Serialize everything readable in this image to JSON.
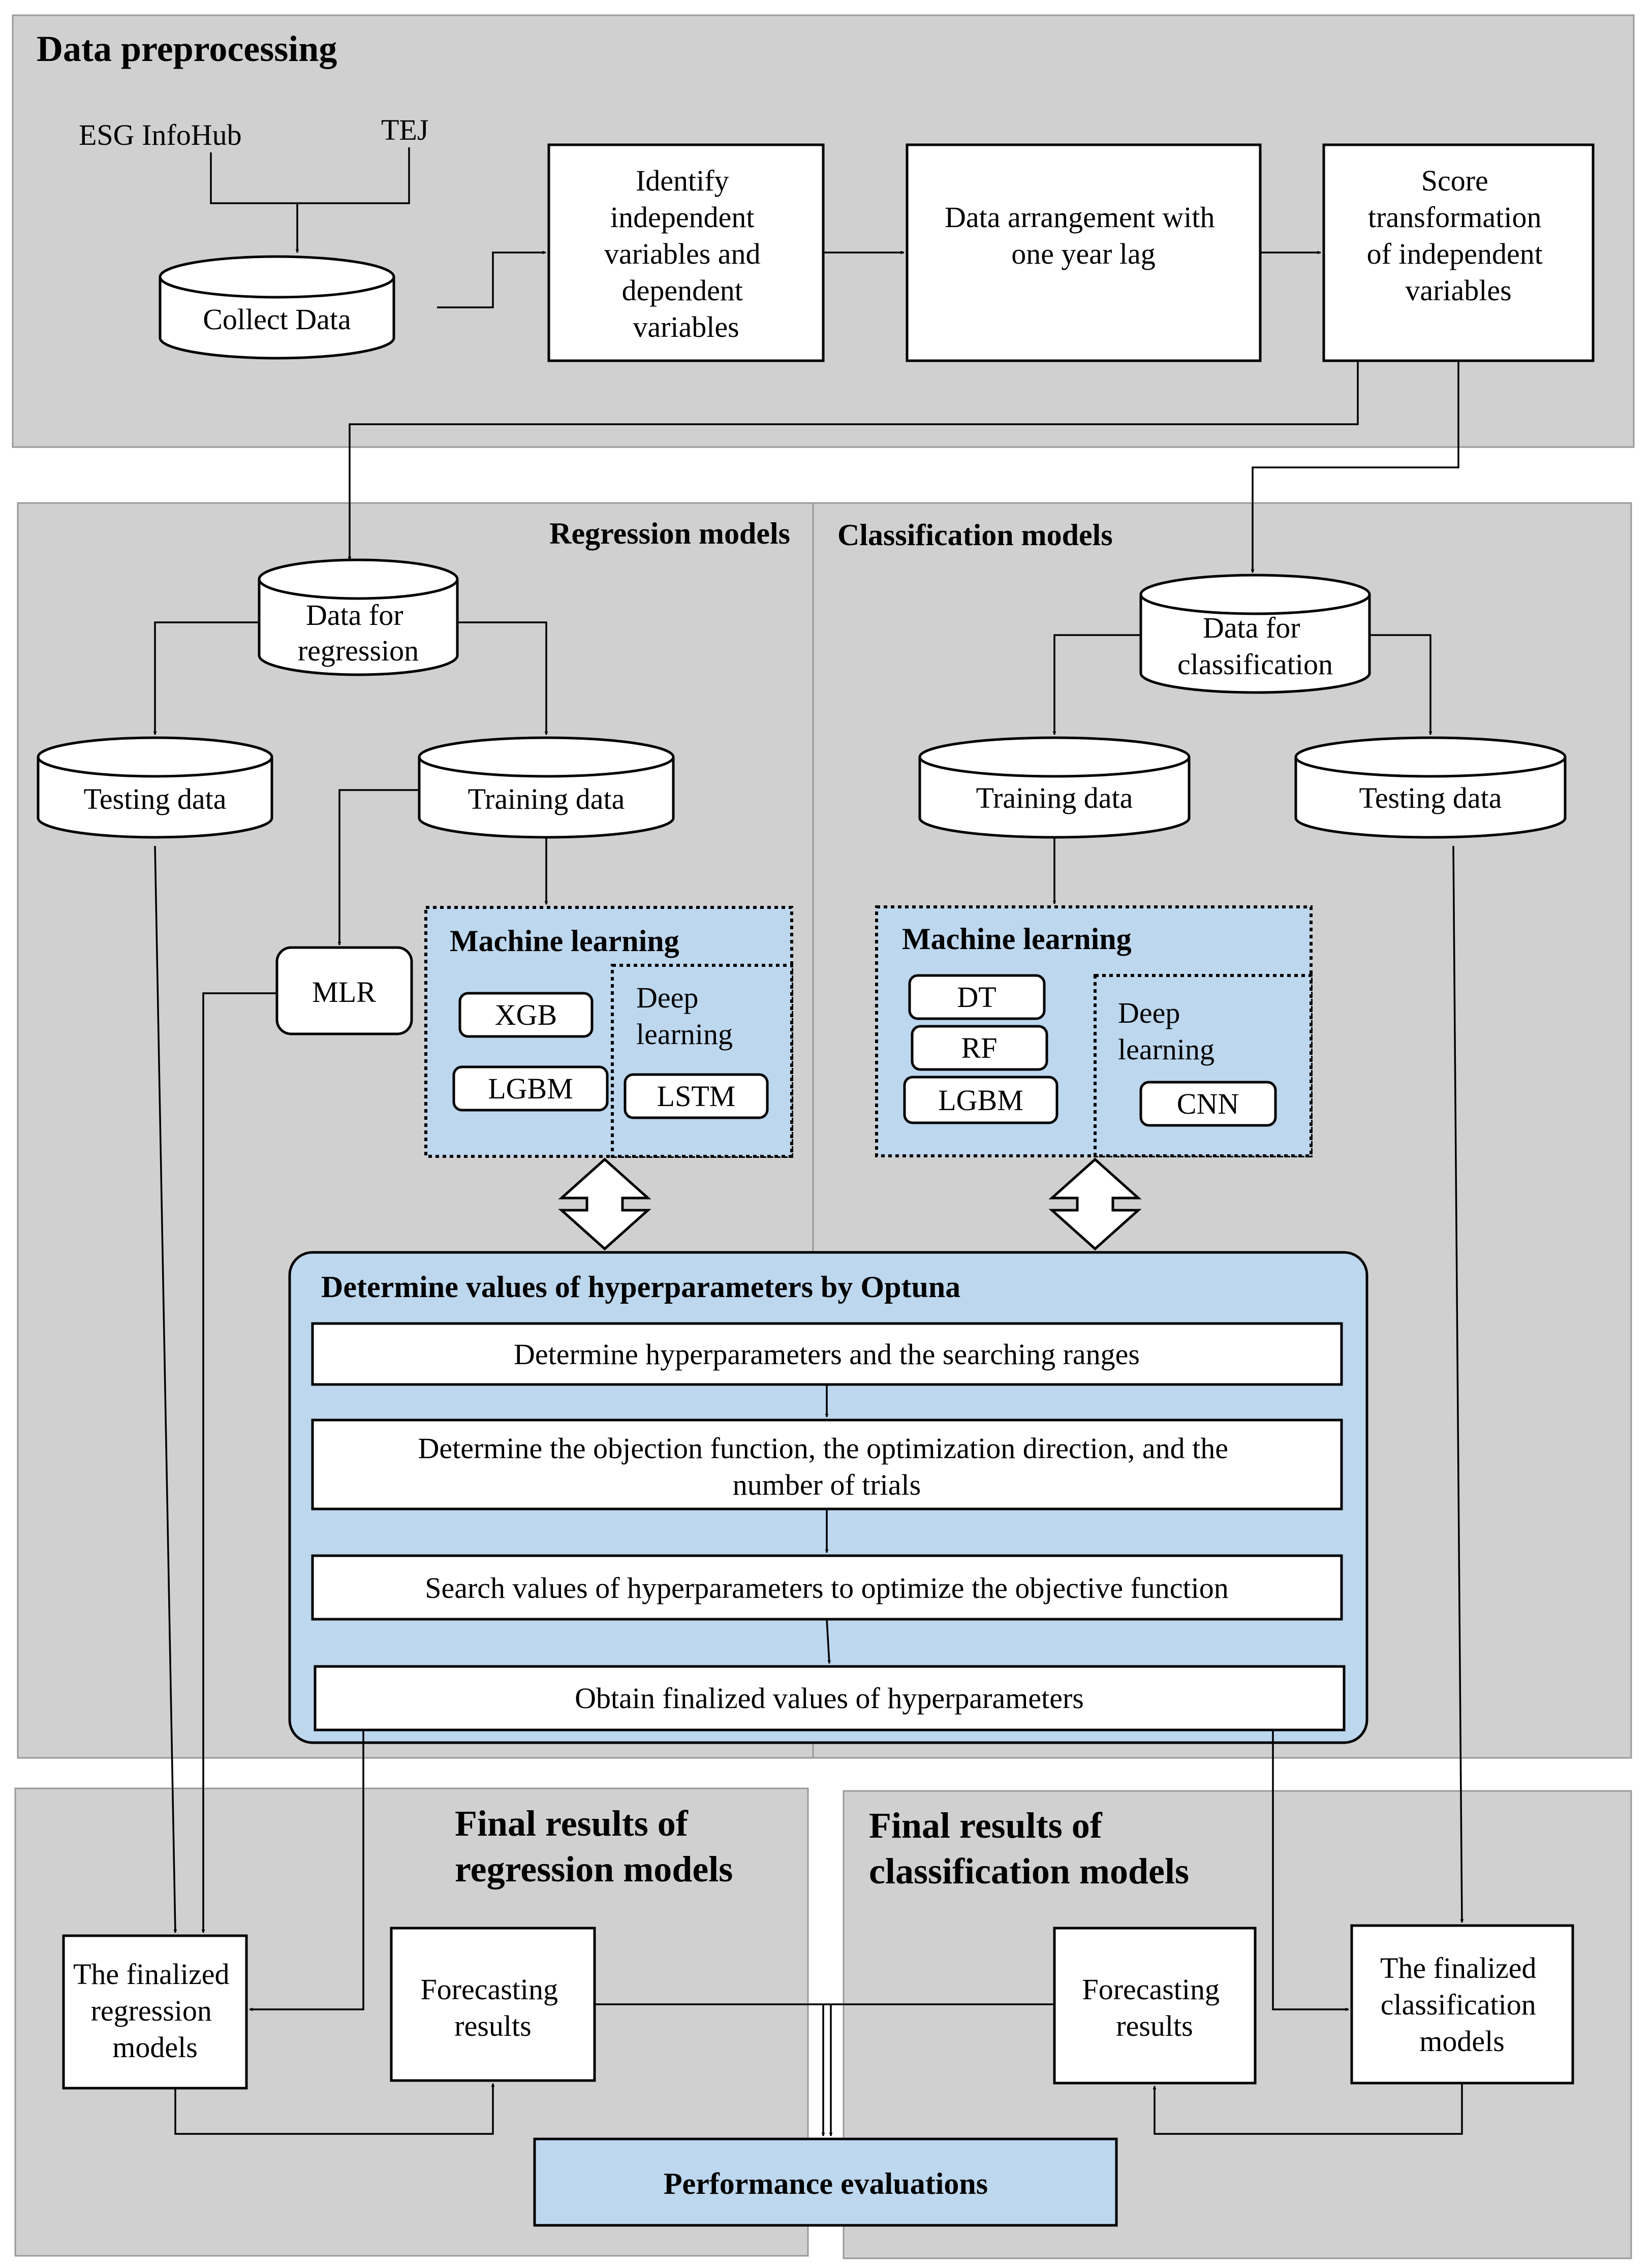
{
  "sections": {
    "preprocessing": "Data preprocessing",
    "regression": "Regression models",
    "classification": "Classification models",
    "final_regression": [
      "Final results of",
      "regression models"
    ],
    "final_classification": [
      "Final results of",
      "classification models"
    ]
  },
  "sources": {
    "esg": "ESG InfoHub",
    "tej": "TEJ"
  },
  "preprocess_steps": {
    "collect": "Collect Data",
    "identify": [
      "Identify",
      "independent",
      "variables and",
      "dependent",
      "variables"
    ],
    "arrange": [
      "Data arrangement with",
      "one year lag"
    ],
    "score": [
      "Score",
      "transformation",
      "of independent",
      "variables"
    ]
  },
  "regression": {
    "data": [
      "Data for",
      "regression"
    ],
    "testing": "Testing data",
    "training": "Training data",
    "mlr": "MLR",
    "ml_title": "Machine learning",
    "xgb": "XGB",
    "lgbm": "LGBM",
    "deep": [
      "Deep",
      "learning"
    ],
    "lstm": "LSTM"
  },
  "classification": {
    "data": [
      "Data for",
      "classification"
    ],
    "training": "Training data",
    "testing": "Testing data",
    "ml_title": "Machine learning",
    "dt": "DT",
    "rf": "RF",
    "lgbm": "LGBM",
    "deep": [
      "Deep",
      "learning"
    ],
    "cnn": "CNN"
  },
  "optuna": {
    "title": "Determine values of hyperparameters by Optuna",
    "step1": "Determine hyperparameters and the searching ranges",
    "step2": [
      "Determine the  objection function, the optimization direction, and the",
      "number of trials"
    ],
    "step3": "Search values of  hyperparameters to optimize the objective function",
    "step4": "Obtain finalized values of hyperparameters"
  },
  "final": {
    "reg_models": [
      "The finalized",
      "regression",
      "models"
    ],
    "reg_forecast": [
      "Forecasting",
      "results"
    ],
    "cls_forecast": [
      "Forecasting",
      "results"
    ],
    "cls_models": [
      "The finalized",
      "classification",
      "models"
    ],
    "performance": "Performance evaluations"
  },
  "colors": {
    "panel": "#d0d0d0",
    "highlight": "#bdd7ee"
  }
}
